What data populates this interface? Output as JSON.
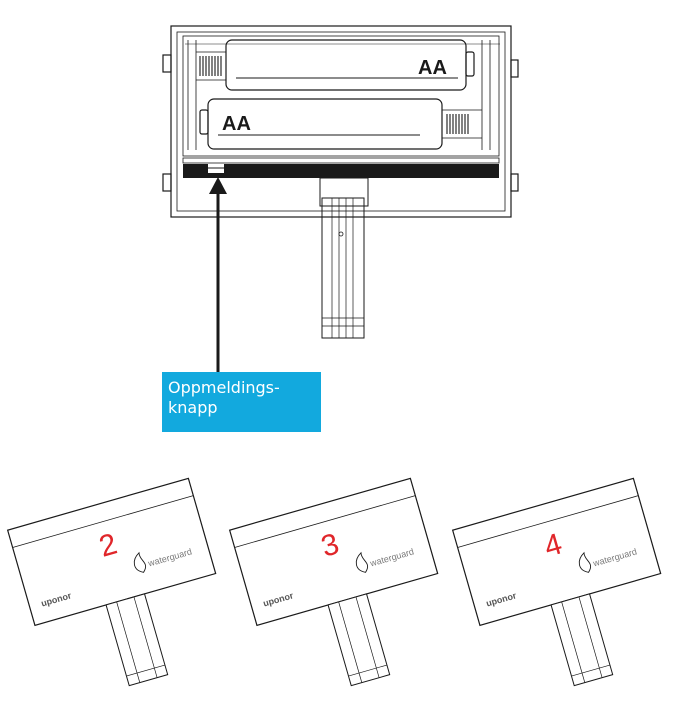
{
  "battery_labels": [
    "AA",
    "AA"
  ],
  "callout": {
    "text": "Oppmeldings-\nknapp",
    "bg_color": "#12a9de"
  },
  "sensors": [
    {
      "number": "2",
      "brand": "uponor",
      "product": "waterguard"
    },
    {
      "number": "3",
      "brand": "uponor",
      "product": "waterguard"
    },
    {
      "number": "4",
      "brand": "uponor",
      "product": "waterguard"
    }
  ],
  "colors": {
    "line": "#1a1a1a",
    "number": "#e0262a",
    "brand_text": "#7a7a7a"
  }
}
